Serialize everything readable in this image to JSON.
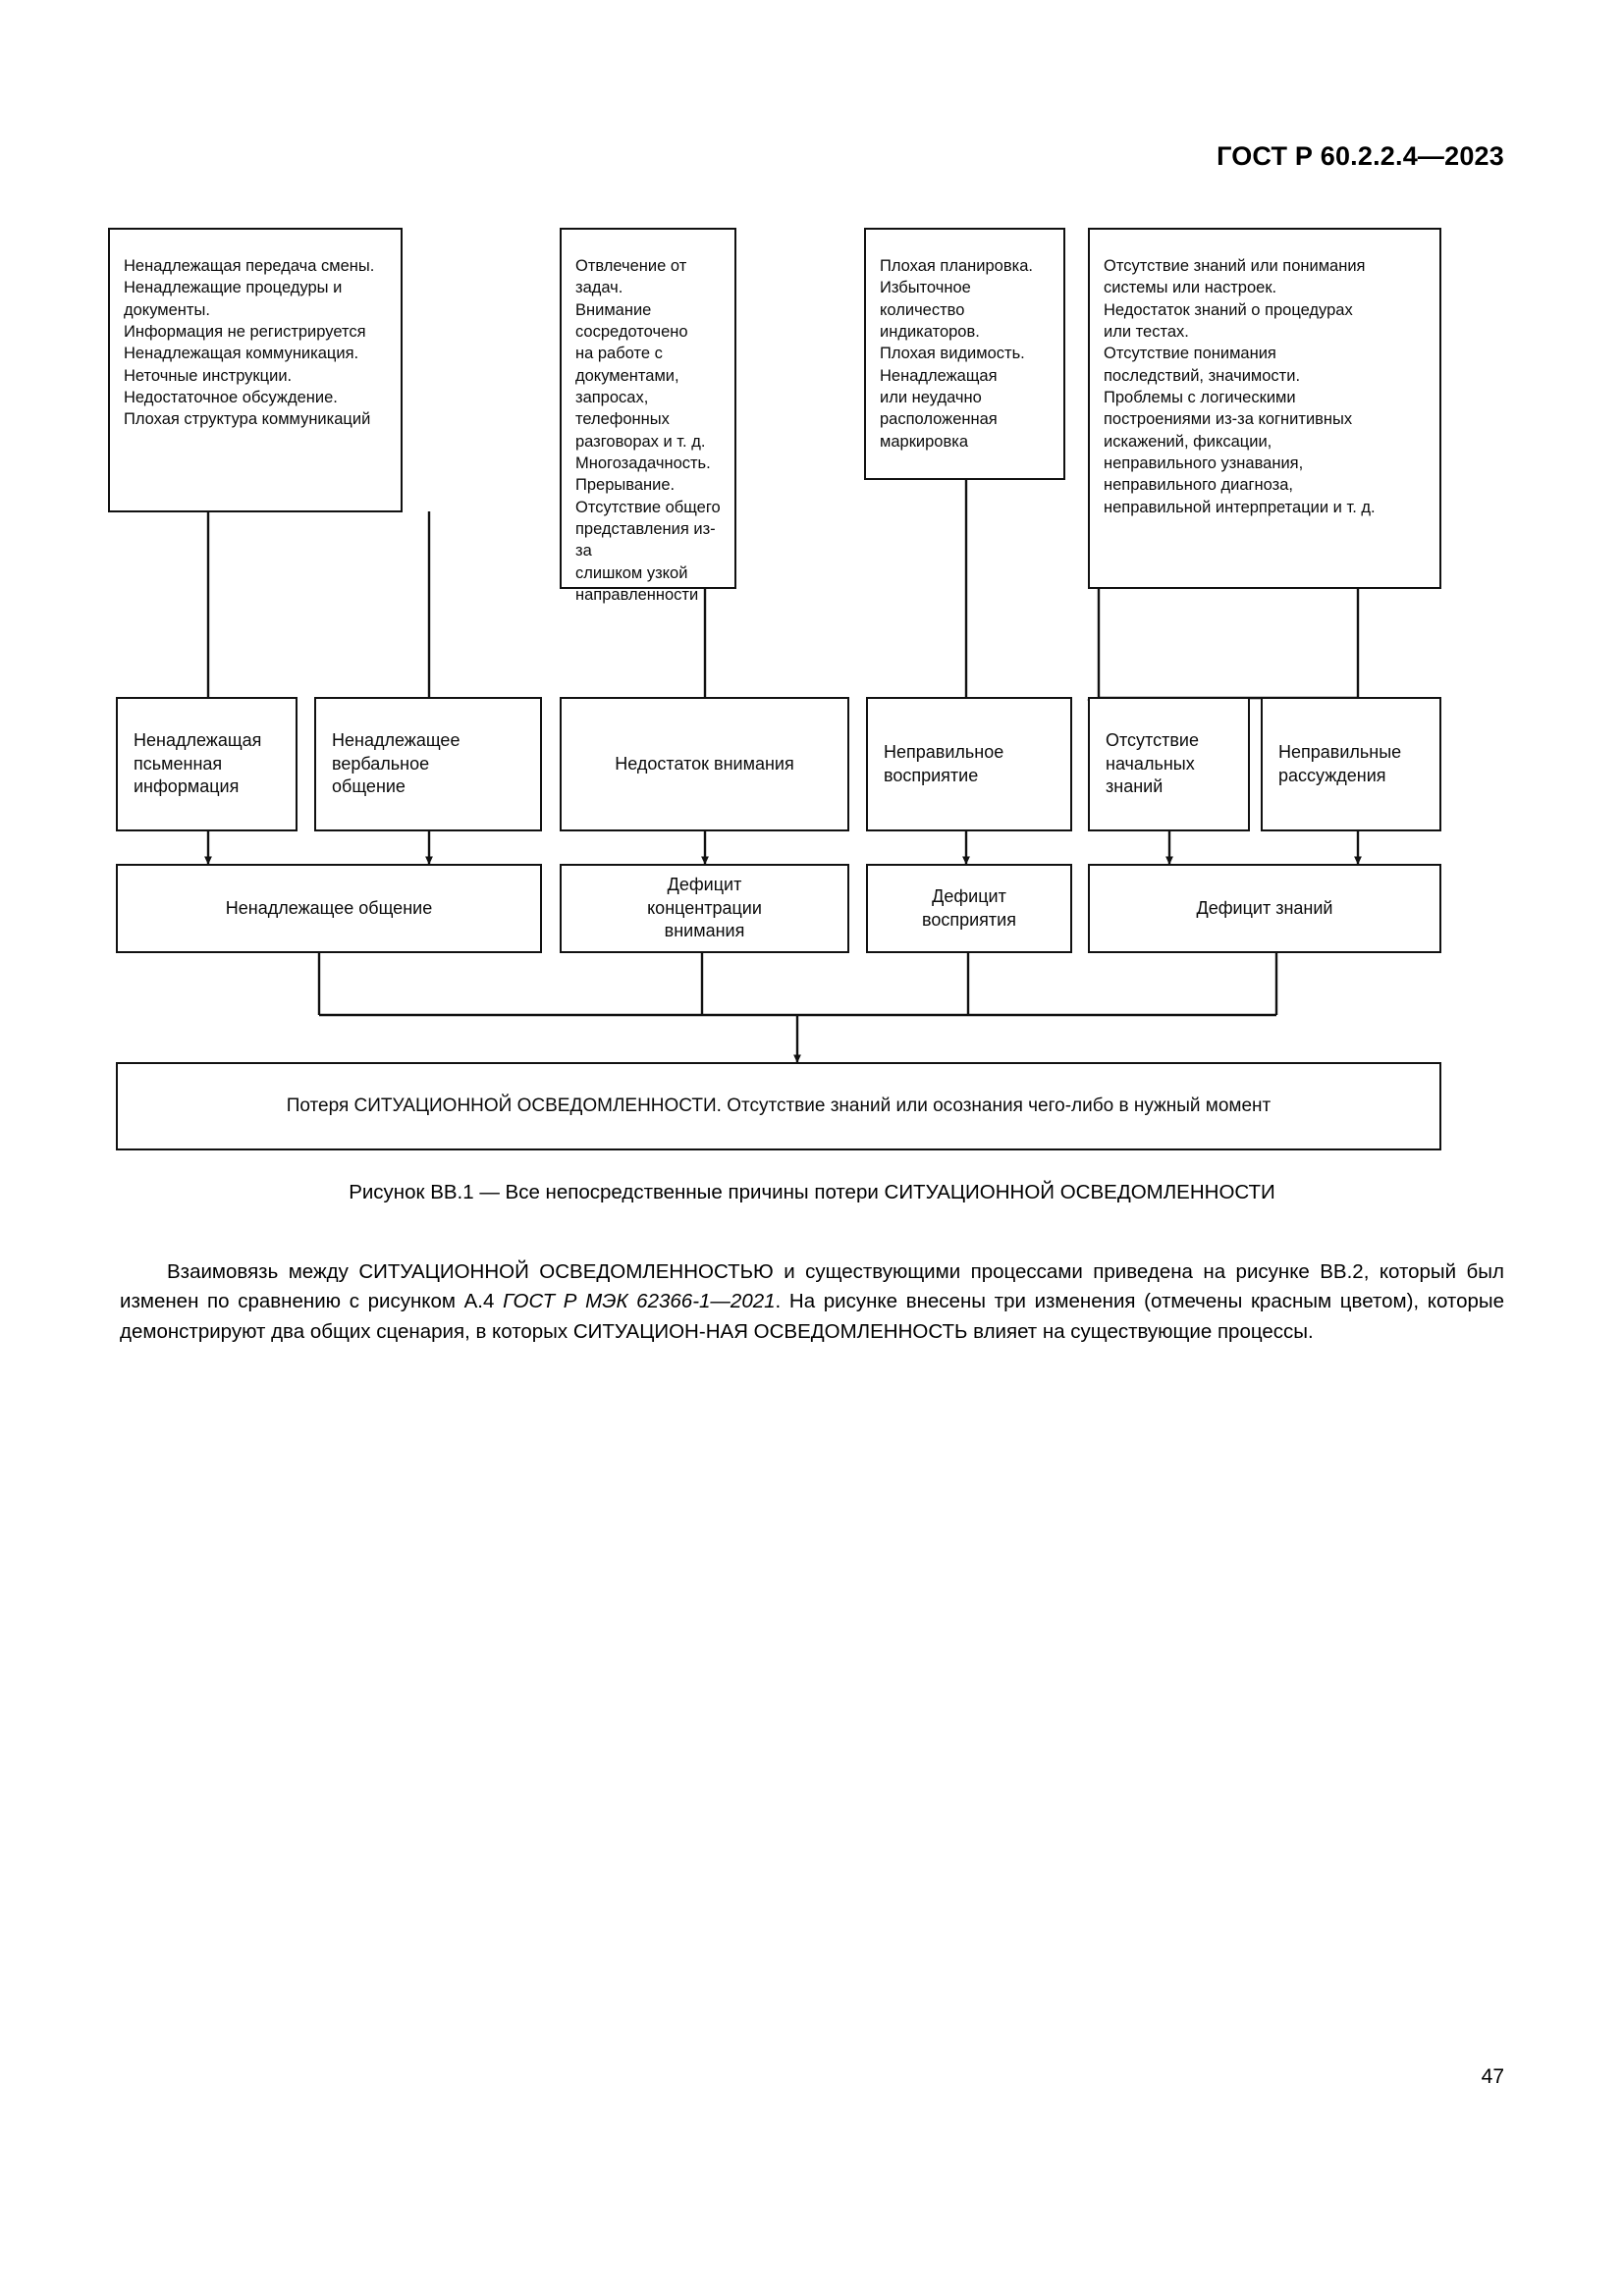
{
  "header": {
    "standard": "ГОСТ Р 60.2.2.4—2023"
  },
  "figure": {
    "causes": [
      {
        "id": "communication-causes",
        "text": "Ненадлежащая передача смены.\nНенадлежащие процедуры и документы.\nИнформация не регистрируется\nНенадлежащая коммуникация.\nНеточные инструкции.\nНедостаточное обсуждение.\nПлохая структура коммуникаций"
      },
      {
        "id": "attention-causes",
        "text": "Отвлечение от задач.\nВнимание сосредоточено\nна работе с документами,\nзапросах, телефонных\nразговорах и т. д.\nМногозадачность.\nПрерывание.\nОтсутствие общего\nпредставления из-за\nслишком узкой\nнаправленности"
      },
      {
        "id": "perception-causes",
        "text": "Плохая планировка.\nИзбыточное\nколичество\nиндикаторов.\nПлохая видимость.\nНенадлежащая\nили неудачно\nрасположенная\nмаркировка"
      },
      {
        "id": "knowledge-causes",
        "text": "Отсутствие знаний или понимания\nсистемы или настроек.\nНедостаток знаний о процедурах\nили тестах.\nОтсутствие понимания\nпоследствий, значимости.\nПроблемы с логическими\nпостроениями из-за когнитивных\nискажений, фиксации,\nнеправильного узнавания,\nнеправильного диагноза,\nнеправильной интерпретации и т. д."
      }
    ],
    "mid": [
      {
        "id": "written-info",
        "text": "Ненадлежащая\nпсьменная\nинформация"
      },
      {
        "id": "verbal-communication",
        "text": "Ненадлежащее\nвербальное\nобщение"
      },
      {
        "id": "lack-of-attention",
        "text": "Недостаток внимания"
      },
      {
        "id": "wrong-perception",
        "text": "Неправильное\nвосприятие"
      },
      {
        "id": "no-initial-knowledge",
        "text": "Отсутствие\nначальных\nзнаний"
      },
      {
        "id": "wrong-reasoning",
        "text": "Неправильные\nрассуждения"
      }
    ],
    "aggregates": [
      {
        "id": "improper-communication",
        "text": "Ненадлежащее общение"
      },
      {
        "id": "attention-deficit",
        "text": "Дефицит\nконцентрации\nвнимания"
      },
      {
        "id": "perception-deficit",
        "text": "Дефицит\nвосприятия"
      },
      {
        "id": "knowledge-deficit",
        "text": "Дефицит знаний"
      }
    ],
    "summary": "Потеря СИТУАЦИОННОЙ ОСВЕДОМЛЕННОСТИ. Отсутствие знаний или осознания чего-либо в нужный момент",
    "caption": "Рисунок ВВ.1 — Все непосредственные причины потери СИТУАЦИОННОЙ ОСВЕДОМЛЕННОСТИ"
  },
  "body": {
    "paragraph_part1": "Взаимовязь между СИТУАЦИОННОЙ ОСВЕДОМЛЕННОСТЬЮ и существующими процессами приведена на рисунке ВВ.2, который был изменен по сравнению с рисунком А.4 ",
    "paragraph_italic": "ГОСТ Р МЭК 62366-1—2021",
    "paragraph_part2": ". На рисунке внесены три изменения (отмечены красным цветом), которые демонстрируют два общих сценария, в которых СИТУАЦИОН-НАЯ ОСВЕДОМЛЕННОСТЬ влияет на существующие процессы."
  },
  "footer": {
    "page_number": "47"
  }
}
